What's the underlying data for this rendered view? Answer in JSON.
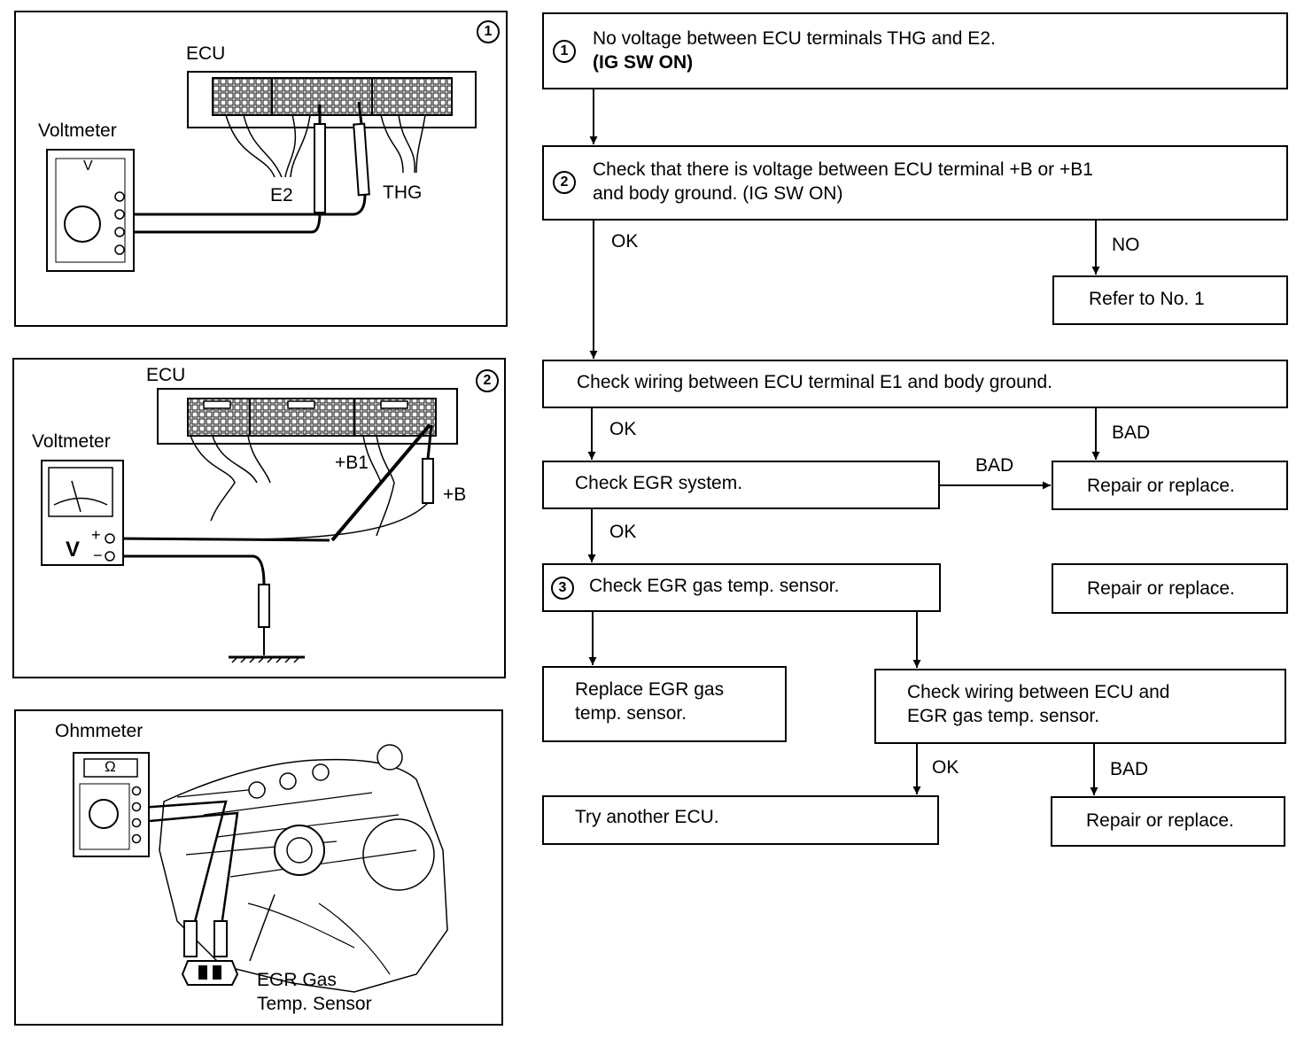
{
  "panels": {
    "p1": {
      "number": "1",
      "ecu_label": "ECU",
      "meter_label": "Voltmeter",
      "meter_face": "V",
      "terminal_a": "E2",
      "terminal_b": "THG"
    },
    "p2": {
      "number": "2",
      "ecu_label": "ECU",
      "meter_label": "Voltmeter",
      "meter_face": "V",
      "plus": "+",
      "minus": "−",
      "terminal_b1": "+B1",
      "terminal_b": "+B"
    },
    "p3": {
      "meter_label": "Ohmmeter",
      "meter_face": "Ω",
      "sensor_line1": "EGR Gas",
      "sensor_line2": "Temp. Sensor"
    }
  },
  "flow": {
    "step1": {
      "number": "1",
      "line1": "No voltage between ECU terminals THG and E2.",
      "line2": "(IG SW ON)"
    },
    "step2": {
      "number": "2",
      "line1": "Check that there is voltage between ECU terminal +B or +B1",
      "line2": "and body ground. (IG SW ON)"
    },
    "refer": "Refer to No. 1",
    "check_e1": "Check wiring between ECU terminal E1 and body ground.",
    "check_egr": "Check EGR system.",
    "repair1": "Repair or replace.",
    "step3": {
      "number": "3",
      "line1": "Check EGR gas temp. sensor."
    },
    "repair2": "Repair or replace.",
    "replace_sensor": {
      "line1": "Replace EGR gas",
      "line2": "temp. sensor."
    },
    "check_wiring": {
      "line1": "Check wiring between ECU and",
      "line2": "EGR gas temp. sensor."
    },
    "try_ecu": "Try another ECU.",
    "repair3": "Repair or replace.",
    "labels": {
      "ok1": "OK",
      "no1": "NO",
      "ok2": "OK",
      "bad1": "BAD",
      "bad2": "BAD",
      "ok3": "OK",
      "ok4": "OK",
      "bad3": "BAD"
    }
  }
}
